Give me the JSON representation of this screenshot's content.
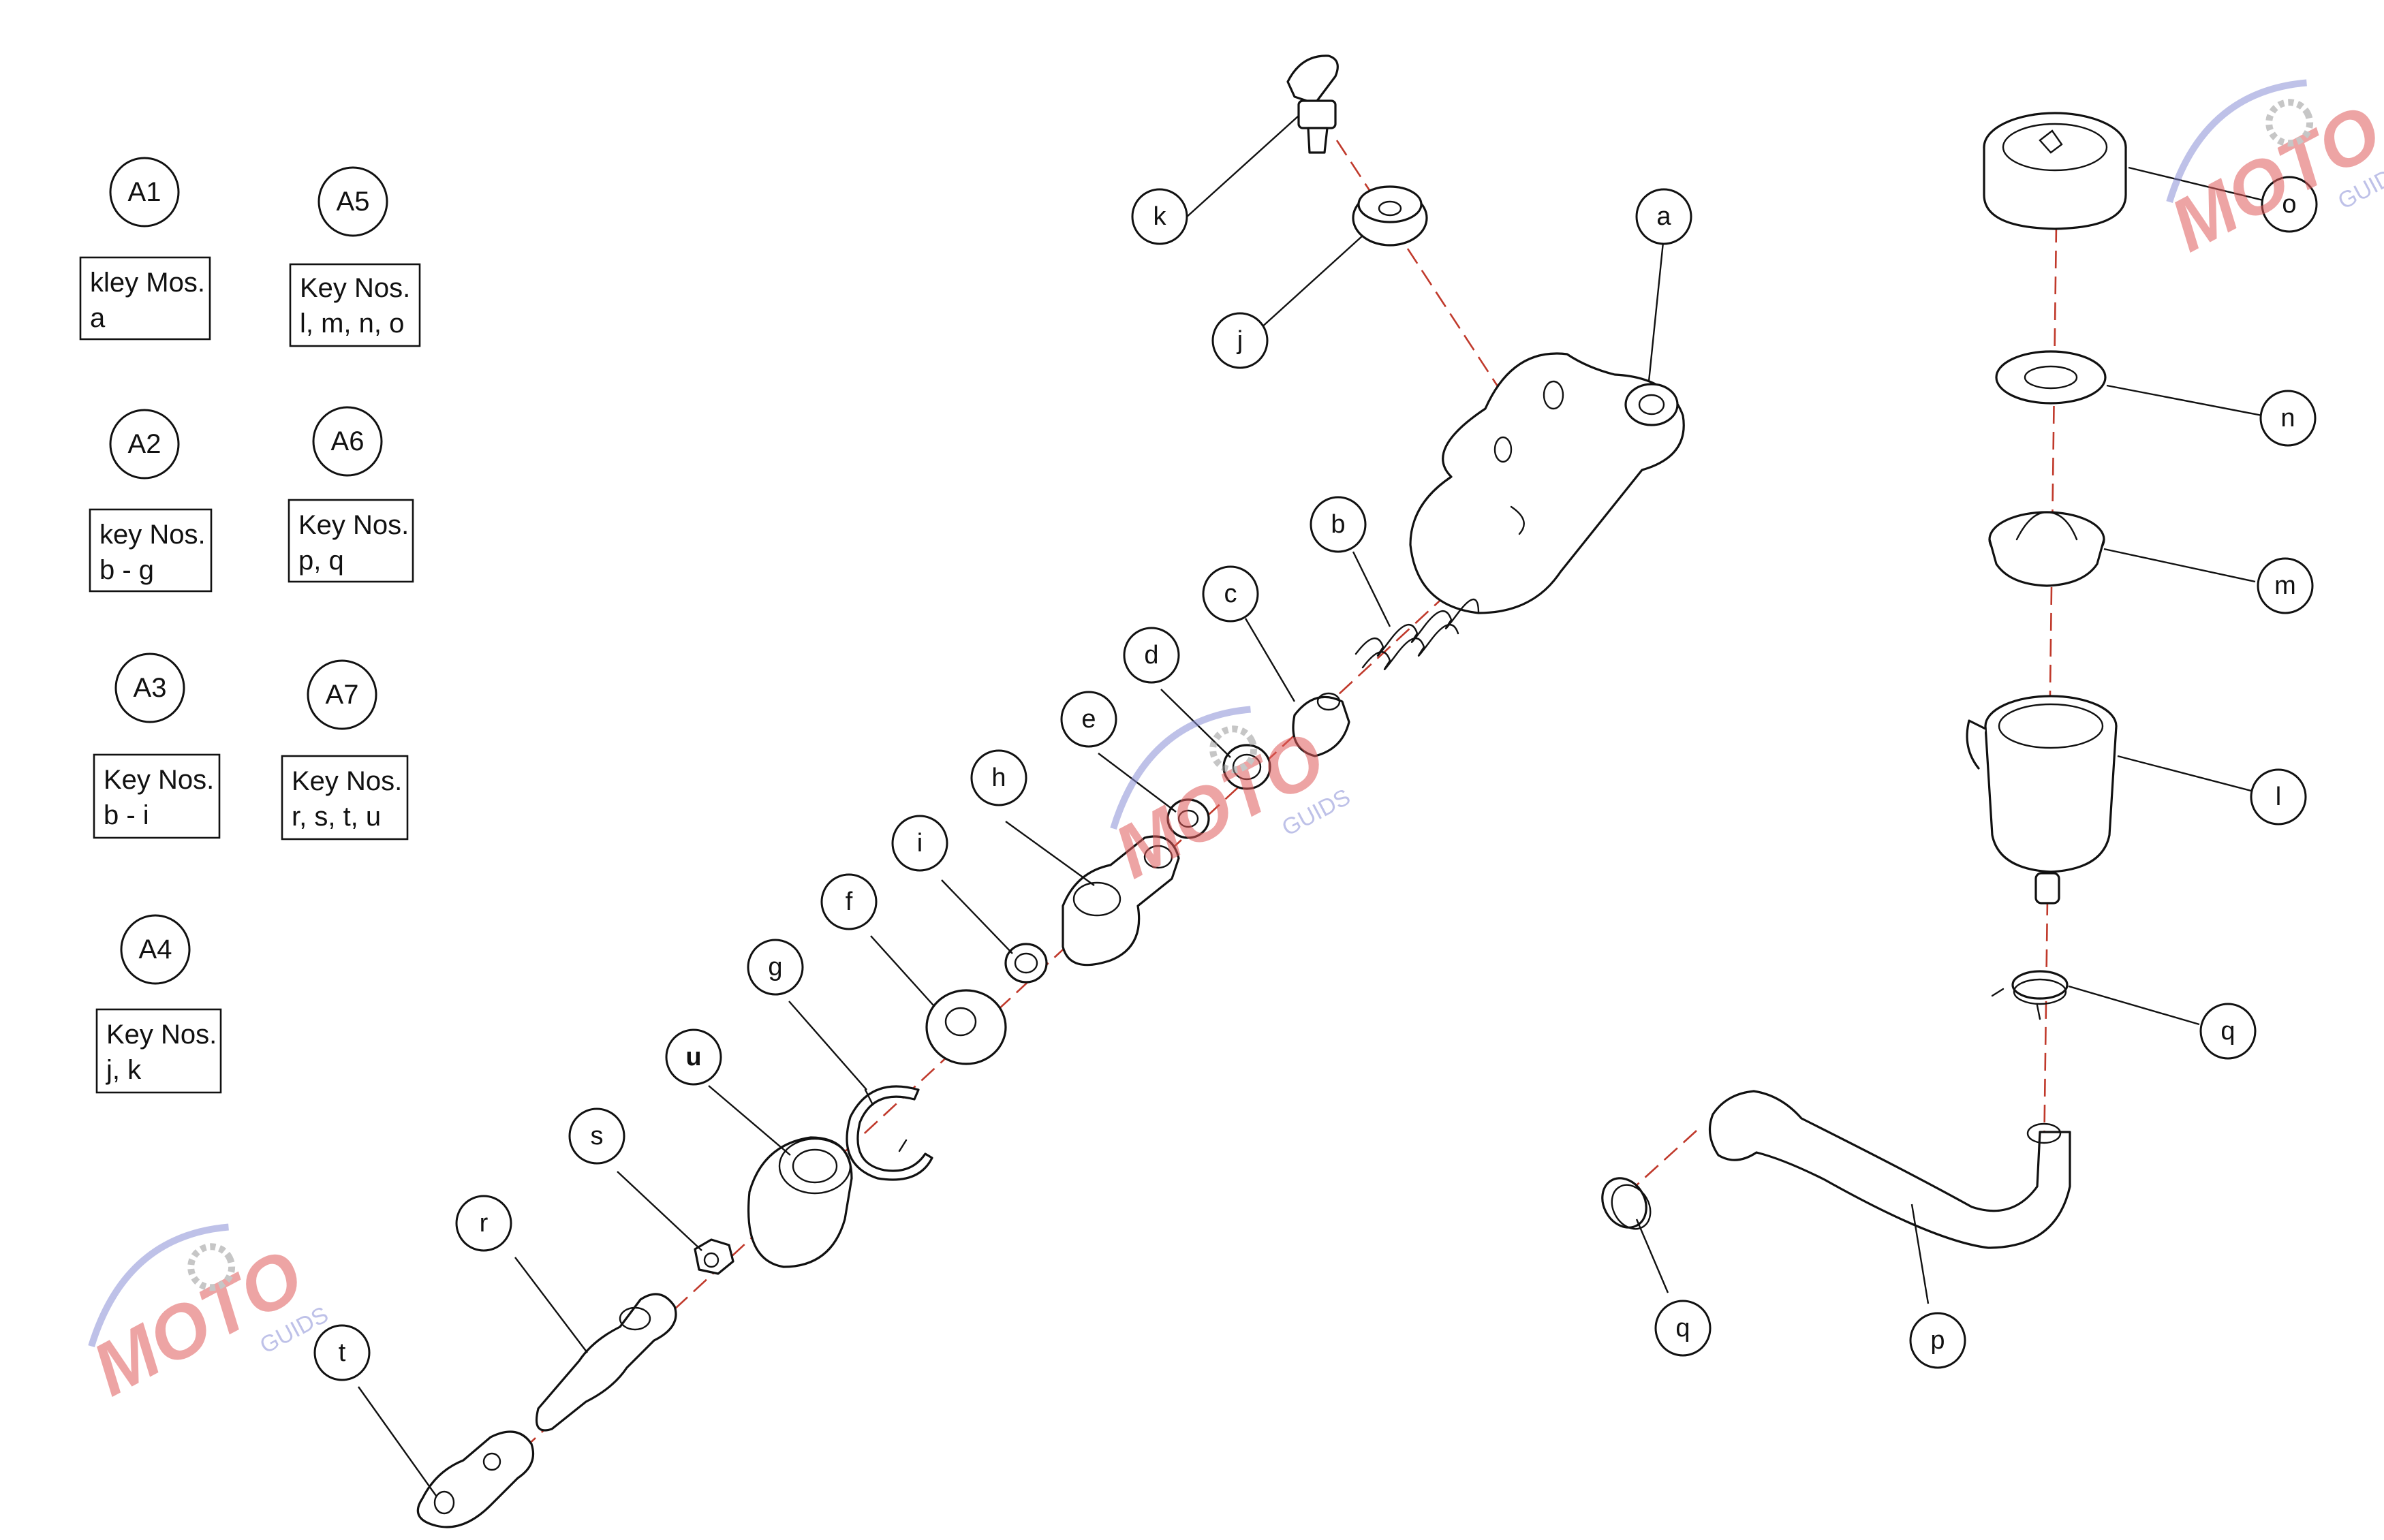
{
  "groups": [
    {
      "id": "A1",
      "lines": [
        "kley Mos.",
        "a"
      ]
    },
    {
      "id": "A2",
      "lines": [
        "key Nos.",
        "b - g"
      ]
    },
    {
      "id": "A3",
      "lines": [
        "Key Nos.",
        "b - i"
      ]
    },
    {
      "id": "A4",
      "lines": [
        "Key Nos.",
        "j, k"
      ]
    },
    {
      "id": "A5",
      "lines": [
        "Key Nos.",
        "l, m, n, o"
      ]
    },
    {
      "id": "A6",
      "lines": [
        "Key Nos.",
        "p, q"
      ]
    },
    {
      "id": "A7",
      "lines": [
        "Key Nos.",
        "r, s, t, u"
      ]
    }
  ],
  "callouts": {
    "a": "a",
    "b": "b",
    "c": "c",
    "d": "d",
    "e": "e",
    "f": "f",
    "g": "g",
    "h": "h",
    "i": "i",
    "j": "j",
    "k": "k",
    "l": "l",
    "m": "m",
    "n": "n",
    "o": "o",
    "p": "p",
    "q1": "q",
    "q2": "q",
    "r": "r",
    "s": "s",
    "t": "t",
    "u": "u"
  },
  "watermark": {
    "brand": "MOTO",
    "sub": "GUIDS",
    "colors": {
      "red": "#e05a5a",
      "blue": "#8a8fd6"
    }
  },
  "colors": {
    "axis": "#c0392b",
    "ink": "#111111"
  }
}
